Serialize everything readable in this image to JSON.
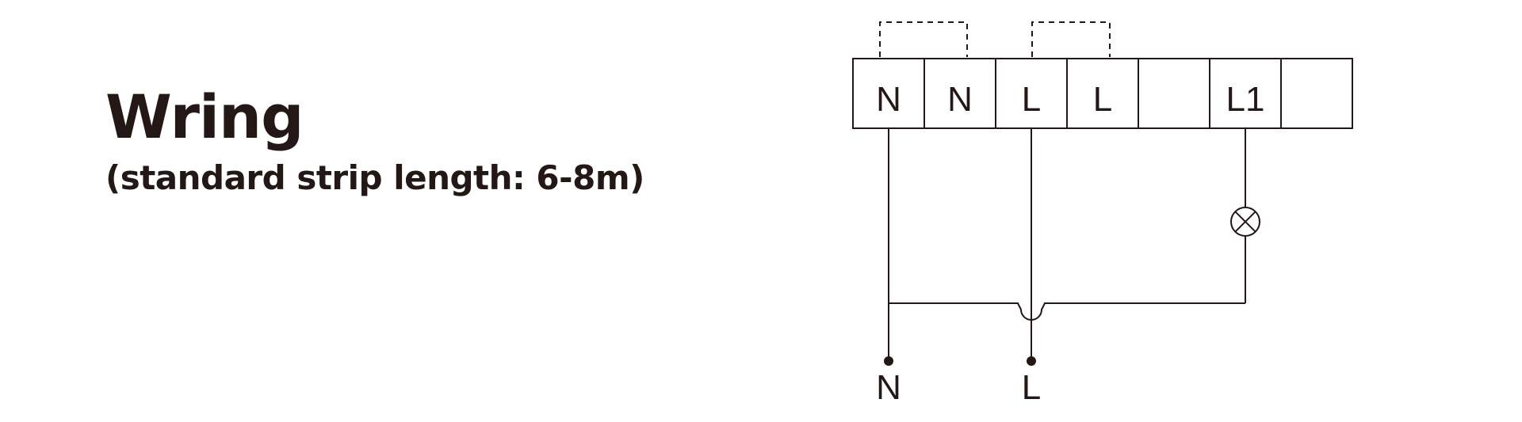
{
  "heading": {
    "title": "Wring",
    "subtitle": "(standard strip length: 6-8m)"
  },
  "terminal_block": {
    "terminals": [
      "N",
      "N",
      "L",
      "L",
      "",
      "L1",
      ""
    ]
  },
  "wires": {
    "neutral_label": "N",
    "live_label": "L"
  },
  "colors": {
    "ink": "#231815",
    "background": "#ffffff"
  }
}
